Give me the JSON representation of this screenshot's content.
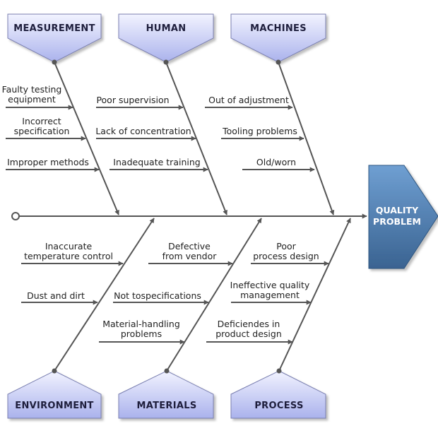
{
  "head": {
    "line1": "QUALITY",
    "line2": "PROBLEM"
  },
  "categories": {
    "measurement": "MEASUREMENT",
    "human": "HUMAN",
    "machines": "MACHINES",
    "environment": "ENVIRONMENT",
    "materials": "MATERIALS",
    "process": "PROCESS"
  },
  "causes": {
    "measurement": [
      [
        "Faulty testing",
        "equipment"
      ],
      [
        "Incorrect",
        "specification"
      ],
      [
        "Improper methods"
      ]
    ],
    "human": [
      [
        "Poor supervision"
      ],
      [
        "Lack of concentration"
      ],
      [
        "Inadequate training"
      ]
    ],
    "machines": [
      [
        "Out of adjustment"
      ],
      [
        "Tooling problems"
      ],
      [
        "Old/worn"
      ]
    ],
    "environment": [
      [
        "Inaccurate",
        "temperature control"
      ],
      [
        "Dust and dirt"
      ]
    ],
    "materials": [
      [
        "Defective",
        "from vendor"
      ],
      [
        "Not tospecifications"
      ],
      [
        "Material-handling",
        "problems"
      ]
    ],
    "process": [
      [
        "Poor",
        "process design"
      ],
      [
        "Ineffective quality",
        "management"
      ],
      [
        "Deficiendes in",
        "product design"
      ]
    ]
  }
}
